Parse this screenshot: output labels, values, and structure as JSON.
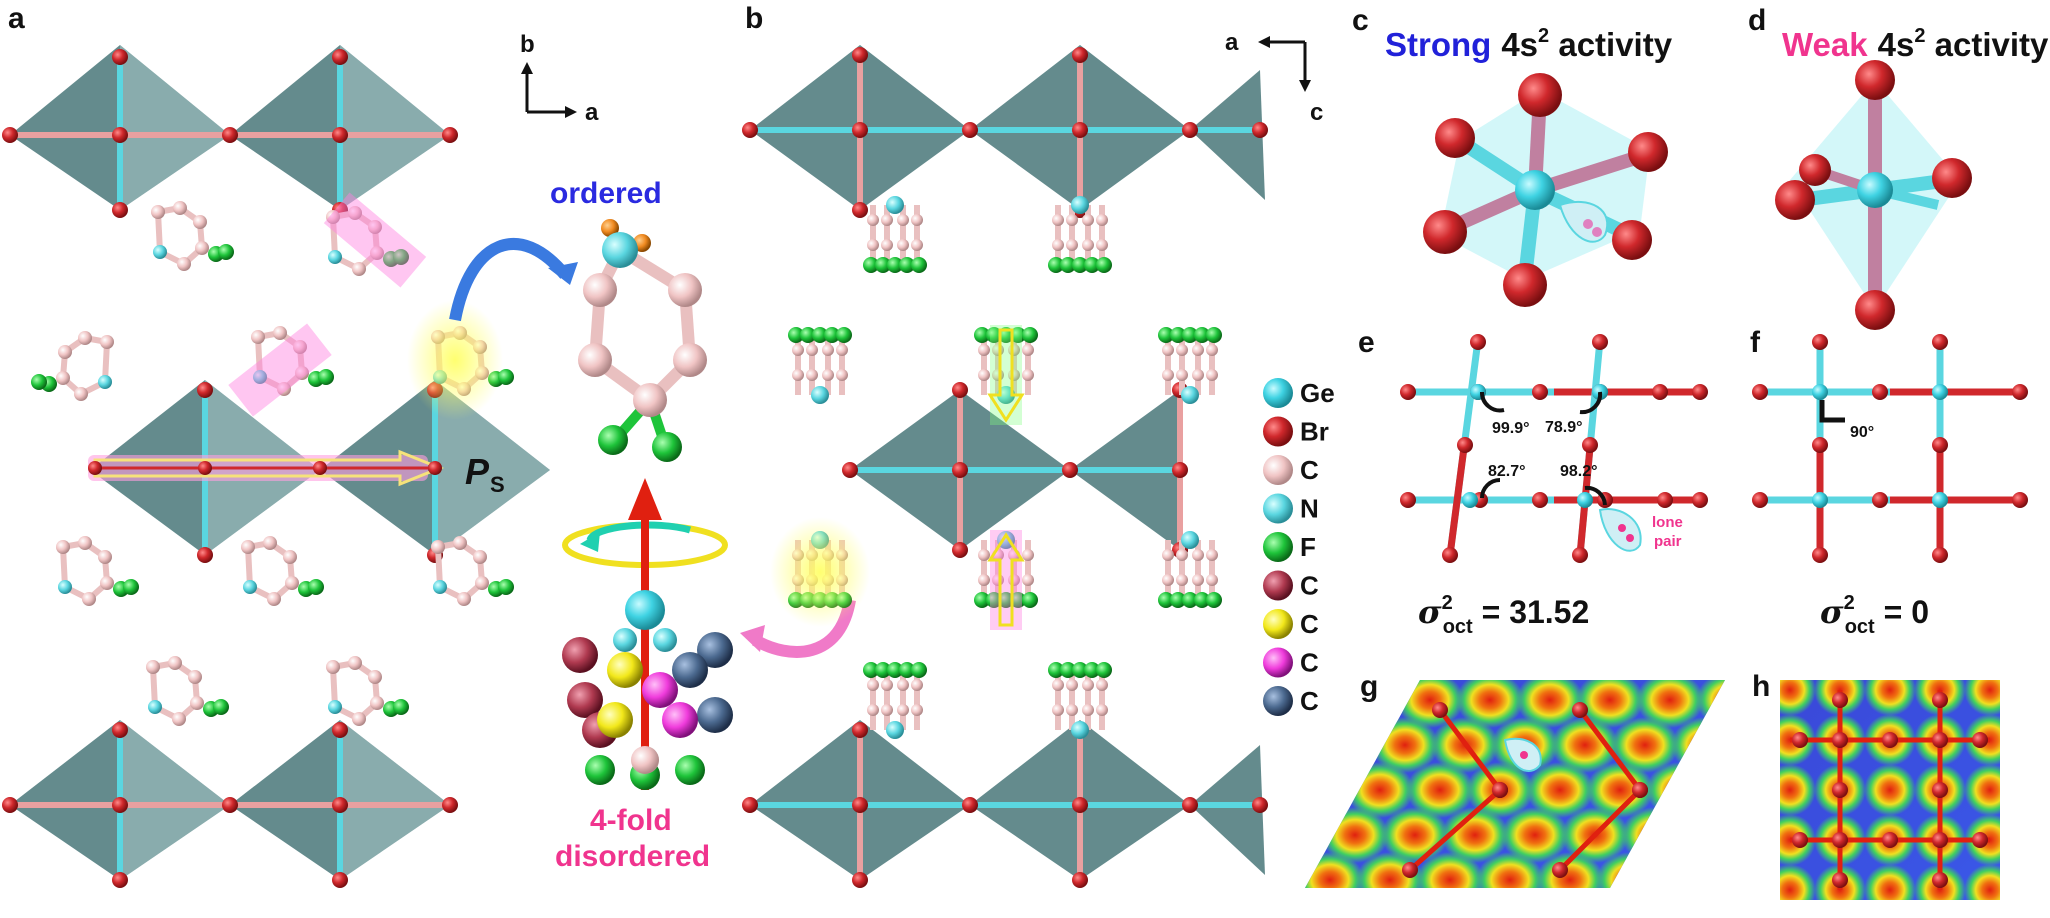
{
  "panels": {
    "a": "a",
    "b": "b",
    "c": "c",
    "d": "d",
    "e": "e",
    "f": "f",
    "g": "g",
    "h": "h"
  },
  "axes_a": {
    "vertical": "b",
    "horizontal": "a"
  },
  "axes_b": {
    "horizontal": "a",
    "vertical": "c"
  },
  "labels": {
    "ordered": "ordered",
    "disordered_line1": "4-fold",
    "disordered_line2": "disordered",
    "ps_main": "P",
    "ps_sub": "S"
  },
  "titles": {
    "c_word": "Strong",
    "c_rest": "4s",
    "c_sup": "2",
    "c_tail": " activity",
    "d_word": "Weak",
    "d_rest": "4s",
    "d_sup": "2",
    "d_tail": " activity"
  },
  "panel_e": {
    "angles": [
      "99.9°",
      "78.9°",
      "82.7°",
      "98.2°"
    ],
    "lone_pair_1": "lone",
    "lone_pair_2": "pair",
    "sigma_value": "31.52"
  },
  "panel_f": {
    "angle": "90°",
    "sigma_value": "0"
  },
  "sigma": {
    "symbol": "σ",
    "sup": "2",
    "sub": "oct",
    "eq": " = "
  },
  "legend": [
    {
      "label": "Ge",
      "color": "#3fd3e3"
    },
    {
      "label": "Br",
      "color": "#d0282c"
    },
    {
      "label": "C",
      "color": "#f0c4c4"
    },
    {
      "label": "N",
      "color": "#5ad6e0"
    },
    {
      "label": "F",
      "color": "#1ec43a"
    },
    {
      "label": "C",
      "color": "#b03a50"
    },
    {
      "label": "C",
      "color": "#f2e81a"
    },
    {
      "label": "C",
      "color": "#f03cdc"
    },
    {
      "label": "C",
      "color": "#4c6a90"
    }
  ],
  "colors": {
    "strong": "#2121d9",
    "weak": "#f0348e",
    "ordered": "#2a2ae0",
    "disordered": "#f0348e",
    "octahedron": "#3d6e70",
    "br": "#d0282c",
    "ge": "#3fd3e3",
    "carbon": "#f0c4c4",
    "nitrogen": "#5ad6e0",
    "fluorine": "#1ec43a",
    "lone_pair": "#f0348e"
  }
}
